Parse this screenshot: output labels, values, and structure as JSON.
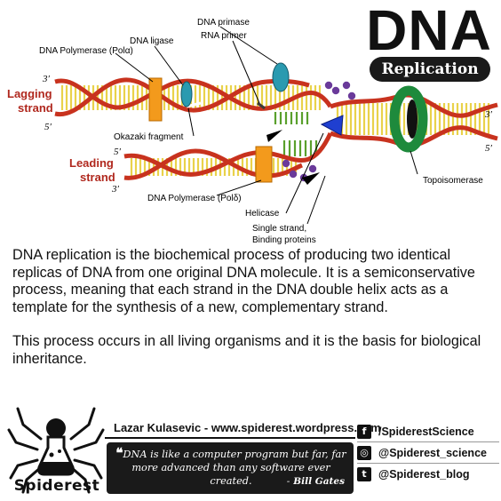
{
  "title": {
    "main": "DNA",
    "subtitle": "Replication"
  },
  "diagram": {
    "strand_labels": {
      "lagging": [
        "Lagging",
        "strand"
      ],
      "leading": [
        "Leading",
        "strand"
      ]
    },
    "ends": {
      "lagging_top": "3′",
      "lagging_bottom": "5′",
      "leading_top": "5′",
      "leading_bottom": "3′",
      "right_top": "3′",
      "right_bottom": "5′"
    },
    "labels": {
      "polymerase_alpha": "DNA Polymerase (Polα)",
      "ligase": "DNA ligase",
      "primase": "DNA primase",
      "rna_primer": "RNA primer",
      "okazaki": "Okazaki fragment",
      "polymerase_delta": "DNA Polymerase (Polδ)",
      "helicase": "Helicase",
      "ssb_line1": "Single strand,",
      "ssb_line2": "Binding proteins",
      "topoisomerase": "Topoisomerase"
    }
  },
  "description": [
    "DNA replication is the biochemical process of producing two identical replicas of DNA from one original DNA molecule. It is a semiconservative process, meaning that each strand in the DNA double helix acts as a template for the synthesis of a new, complementary strand.",
    "This process occurs in all living organisms and it is the basis for biological inheritance."
  ],
  "footer": {
    "brand": "Spiderest",
    "credit": "Lazar Kulasevic - www.spiderest.wordpress.com",
    "quote": "DNA is like a computer program but far, far more advanced than any software ever created.",
    "quote_author": "Bill Gates",
    "quote_dash": "-",
    "social": [
      {
        "icon": "facebook-icon",
        "glyph": "f",
        "label": "/SpiderestScience"
      },
      {
        "icon": "instagram-icon",
        "glyph": "◎",
        "label": "@Spiderest_science"
      },
      {
        "icon": "twitter-icon",
        "glyph": "t",
        "label": "@Spiderest_blog"
      }
    ]
  },
  "colors": {
    "strand_red": "#c8321e",
    "rung_yellow": "#e9d24a",
    "rung_green": "#5aa02c",
    "polymerase_orange": "#f39a1c",
    "topoisomerase_green": "#1e8a3c",
    "helicase_blue": "#1f3fd0",
    "ssb_purple": "#6a3a9a",
    "primase_teal": "#2a9ab0"
  }
}
